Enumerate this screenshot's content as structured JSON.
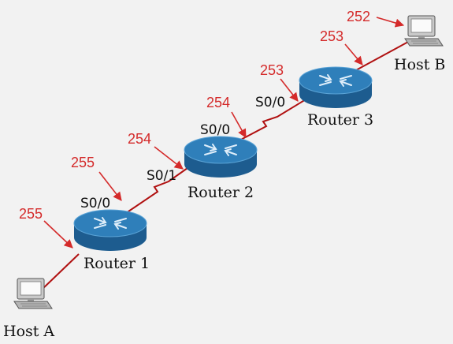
{
  "colors": {
    "background": "#f2f2f2",
    "link": "#b01010",
    "annotation": "#d42a2a",
    "router_top": "#2f7fba",
    "router_side": "#1d5c8f",
    "label_text": "#111111"
  },
  "devices": {
    "host_a": {
      "label": "Host A",
      "icon": "computer-icon"
    },
    "host_b": {
      "label": "Host B",
      "icon": "computer-icon"
    },
    "router_1": {
      "label": "Router 1",
      "icon": "router-icon"
    },
    "router_2": {
      "label": "Router 2",
      "icon": "router-icon"
    },
    "router_3": {
      "label": "Router 3",
      "icon": "router-icon"
    }
  },
  "interfaces": {
    "router_1_s00": "S0/0",
    "router_2_s01": "S0/1",
    "router_2_s00": "S0/0",
    "router_3_s00": "S0/0"
  },
  "ttl_values": {
    "host_a_link": "255",
    "router_1_exit": "255",
    "router_2_entry": "254",
    "router_2_exit": "254",
    "router_3_entry": "253",
    "router_3_exit": "253",
    "host_b_arrival": "252"
  }
}
